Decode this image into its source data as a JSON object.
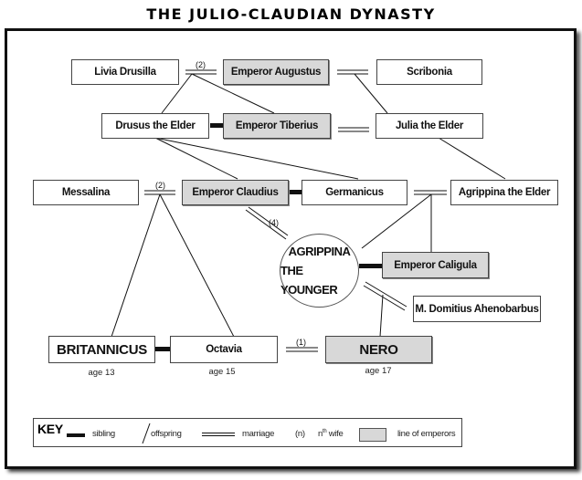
{
  "title": "THE JULIO-CLAUDIAN DYNASTY",
  "people": {
    "livia": "Livia Drusilla",
    "augustus": "Emperor Augustus",
    "scribonia": "Scribonia",
    "drusus": "Drusus the Elder",
    "tiberius": "Emperor Tiberius",
    "julia": "Julia the Elder",
    "messalina": "Messalina",
    "claudius": "Emperor Claudius",
    "germanicus": "Germanicus",
    "agrippina_elder": "Agrippina the Elder",
    "agrippina_younger_line1": "AGRIPPINA",
    "agrippina_younger_line2": "THE YOUNGER",
    "caligula": "Emperor Caligula",
    "domitius": "M. Domitius Ahenobarbus",
    "britannicus": "BRITANNICUS",
    "octavia": "Octavia",
    "nero": "NERO"
  },
  "ages": {
    "britannicus": "age 13",
    "octavia": "age 15",
    "nero": "age 17"
  },
  "wife_numbers": {
    "augustus_livia": "(2)",
    "claudius_messalina": "(2)",
    "claudius_agrippina": "(4)",
    "nero_octavia": "(1)"
  },
  "emperors": [
    "Emperor Augustus",
    "Emperor Tiberius",
    "Emperor Claudius",
    "Emperor Caligula",
    "NERO"
  ],
  "colors": {
    "emperor_fill": "#d8d8d8",
    "line": "#111111"
  },
  "key": {
    "title": "KEY",
    "sibling": "sibling",
    "offspring": "offspring",
    "marriage": "marriage",
    "n_symbol": "(n)",
    "nth_wife_n": "n",
    "nth_wife_th": "th",
    "nth_wife_rest": " wife",
    "line_of_emperors": "line of emperors"
  }
}
